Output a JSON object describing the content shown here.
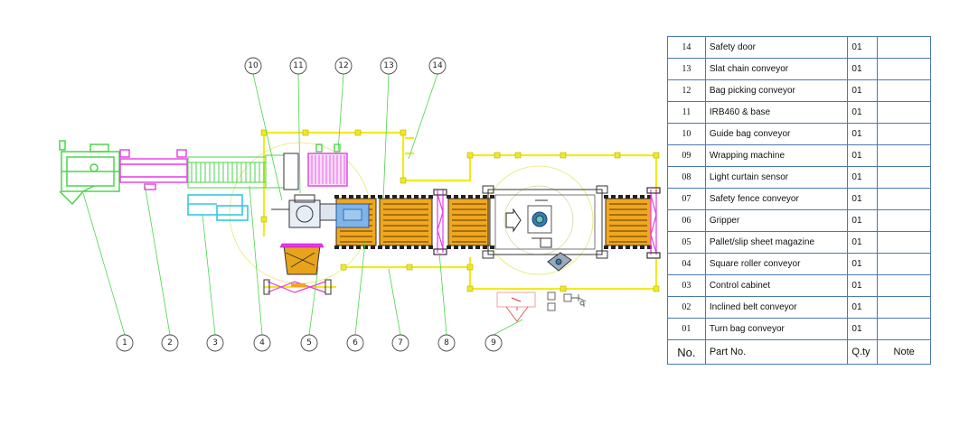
{
  "callouts": [
    "1",
    "2",
    "3",
    "4",
    "5",
    "6",
    "7",
    "8",
    "9",
    "10",
    "11",
    "12",
    "13",
    "14"
  ],
  "parts": [
    {
      "no": "14",
      "name": "Safety door",
      "qty": "01",
      "note": ""
    },
    {
      "no": "13",
      "name": "Slat chain conveyor",
      "qty": "01",
      "note": ""
    },
    {
      "no": "12",
      "name": "Bag picking conveyor",
      "qty": "01",
      "note": ""
    },
    {
      "no": "11",
      "name": "IRB460 & base",
      "qty": "01",
      "note": ""
    },
    {
      "no": "10",
      "name": "Guide bag conveyor",
      "qty": "01",
      "note": ""
    },
    {
      "no": "09",
      "name": "Wrapping machine",
      "qty": "01",
      "note": ""
    },
    {
      "no": "08",
      "name": "Light curtain sensor",
      "qty": "01",
      "note": ""
    },
    {
      "no": "07",
      "name": "Safety fence conveyor",
      "qty": "01",
      "note": ""
    },
    {
      "no": "06",
      "name": "Gripper",
      "qty": "01",
      "note": ""
    },
    {
      "no": "05",
      "name": "Pallet/slip sheet magazine",
      "qty": "01",
      "note": ""
    },
    {
      "no": "04",
      "name": "Square roller conveyor",
      "qty": "01",
      "note": ""
    },
    {
      "no": "03",
      "name": "Control cabinet",
      "qty": "01",
      "note": ""
    },
    {
      "no": "02",
      "name": "Inclined belt conveyor",
      "qty": "01",
      "note": ""
    },
    {
      "no": "01",
      "name": "Turn bag conveyor",
      "qty": "01",
      "note": ""
    }
  ],
  "header": {
    "no": "No.",
    "name": "Part No.",
    "qty": "Q.ty",
    "note": "Note"
  },
  "colors": {
    "fence": "#f2ea1e",
    "conveyor": "#f0a71e",
    "magenta": "#e639e6",
    "green": "#4ad64a",
    "cyan": "#33c9e0",
    "line": "#555555",
    "table_border": "#4b79b5"
  }
}
